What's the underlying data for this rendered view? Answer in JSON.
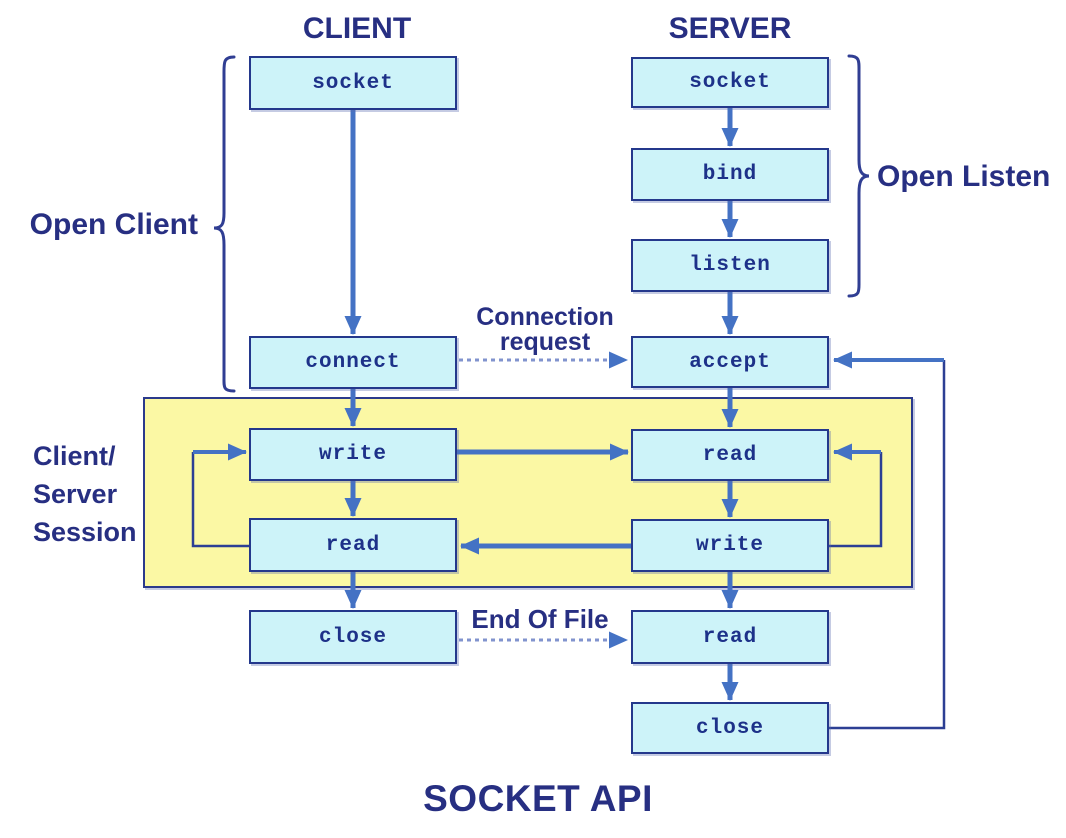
{
  "diagram": {
    "client_title": "CLIENT",
    "server_title": "SERVER",
    "footer_title": "SOCKET API"
  },
  "braces": {
    "open_client": "Open Client",
    "open_listen": "Open Listen"
  },
  "session": {
    "label_lines": [
      "Client/",
      "Server",
      "Session"
    ]
  },
  "annotations": {
    "connection_request_lines": [
      "Connection",
      "request"
    ],
    "end_of_file": "End Of File"
  },
  "nodes": {
    "client": {
      "socket": "socket",
      "connect": "connect",
      "write": "write",
      "read": "read",
      "close": "close"
    },
    "server": {
      "socket": "socket",
      "bind": "bind",
      "listen": "listen",
      "accept": "accept",
      "read1": "read",
      "write": "write",
      "read2": "read",
      "close": "close"
    }
  },
  "colors": {
    "box_fill": "#CDF3F9",
    "box_border": "#24388C",
    "session_fill": "#FBF8A4",
    "arrow_blue": "#4472C4",
    "loop_line": "#2C3F94",
    "dashed_line": "#8193CE",
    "label_text": "#272F82",
    "node_text": "#1D3189"
  }
}
